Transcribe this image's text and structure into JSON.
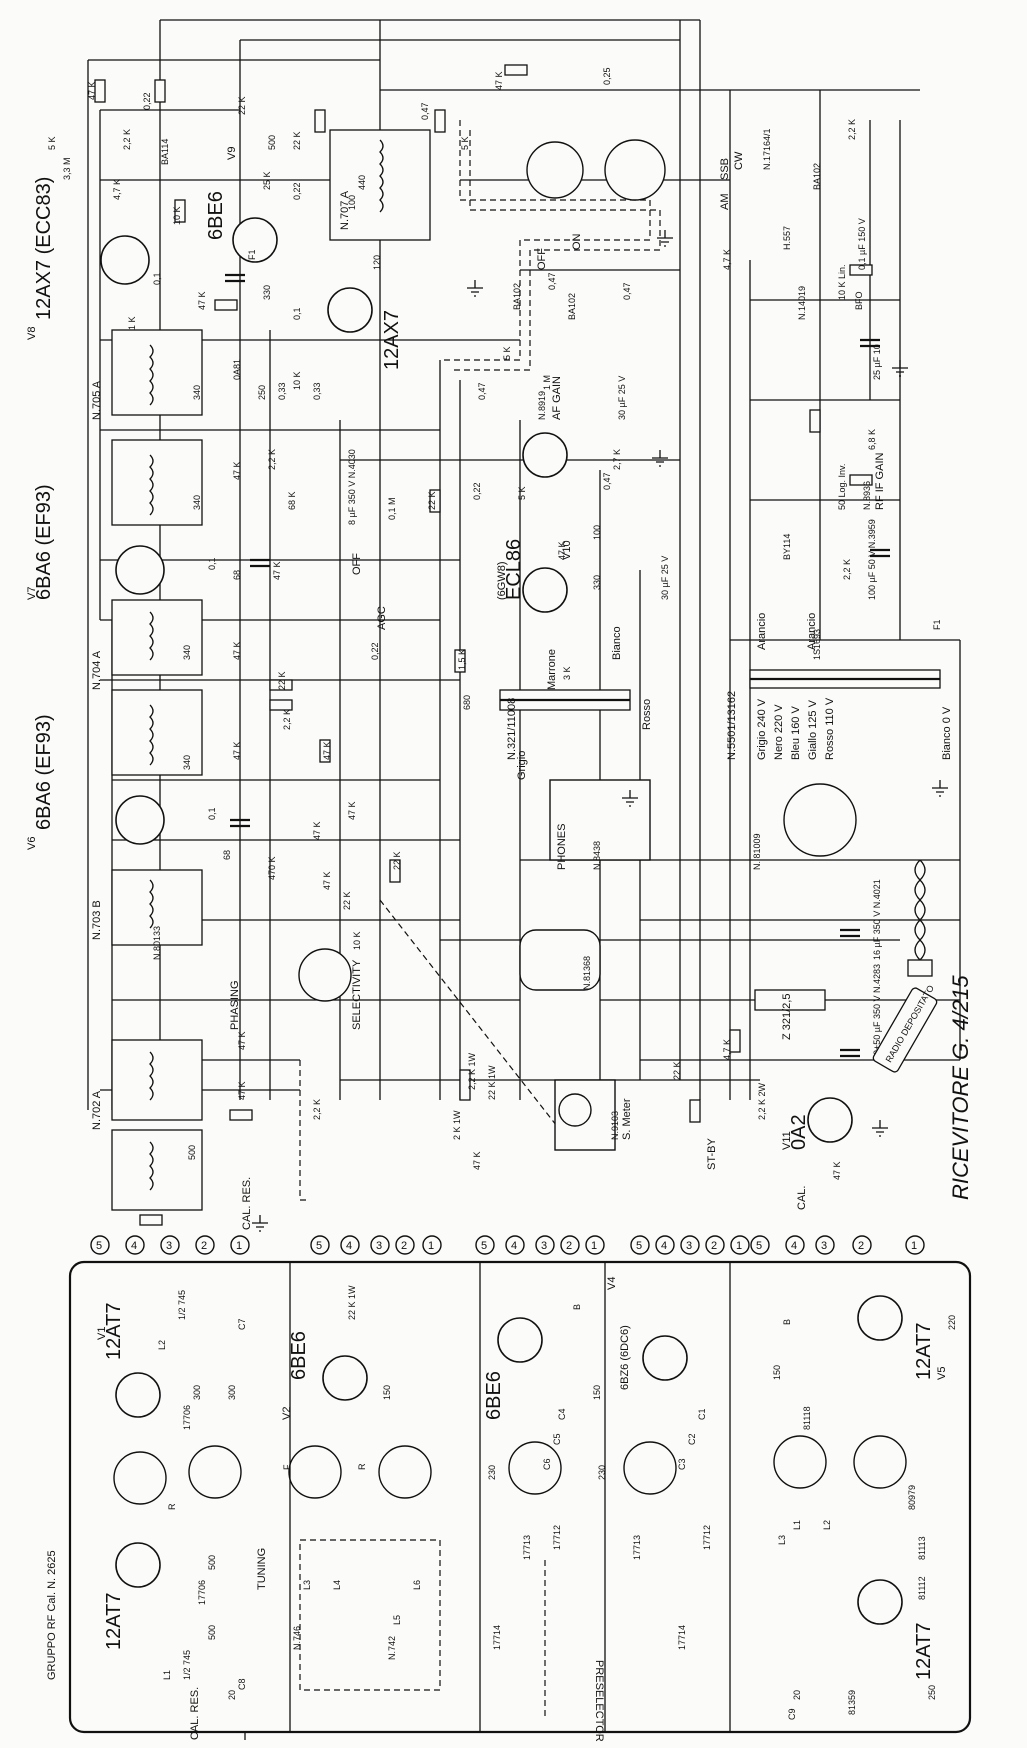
{
  "title": "RICEVITORE G. 4/215",
  "tubes": {
    "v8_type": "12AX7 (ECC83)",
    "v8_label": "V8",
    "v9_type": "6BE6",
    "v9_label": "V9",
    "v8b_type": "12AX7",
    "v7_type": "6BA6 (EF93)",
    "v7_label": "V7",
    "v6_type": "6BA6 (EF93)",
    "v6_label": "V6",
    "v10_type": "ECL86",
    "v10_alt": "(6GW8)",
    "v10_label": "V10",
    "v11_type": "0A2",
    "v11_label": "V11",
    "v1_type": "12AT7",
    "v1_label": "V1",
    "v1b_type": "12AT7",
    "v2_type": "6BE6",
    "v2_label": "V2",
    "v3_type": "6BE6",
    "v4_type": "6BZ6 (6DC6)",
    "v4_label": "V4",
    "v5_type": "12AT7",
    "v5_label": "V5",
    "v5b_type": "12AT7"
  },
  "transformers": {
    "n702": "N.702 A",
    "n703": "N.703 B",
    "n704": "N.704 A",
    "n705": "N.705 A",
    "n707": "N.707 A",
    "n80133": "N.80133",
    "power": "N.5501/13162",
    "output": "N.321/11008",
    "choke": "Z 321/2,5"
  },
  "controls": {
    "selectivity": "SELECTIVITY",
    "phasing": "PHASING",
    "agc": "AGC",
    "off": "OFF",
    "on": "ON",
    "af_gain": "AF GAIN",
    "af_gain_code": "N.8919",
    "rf_if_gain": "RF IF GAIN",
    "rf_if_code": "N.8936",
    "log_inv": "50 Log. Inv.",
    "lin": "10 K Lin.",
    "lin_code": "N.14019",
    "ssb": "SSB",
    "cw": "CW",
    "am": "AM",
    "sw_code": "N.17164/1",
    "smeter": "S. Meter",
    "smeter_code": "N.9103",
    "phones": "PHONES",
    "phones_code": "N.8438",
    "stby": "ST-BY",
    "cal": "CAL.",
    "cal_res": "CAL. RES.",
    "tuning": "TUNING",
    "preselector": "PRESELECTOR",
    "gruppo": "GRUPPO RF Cal. N. 2625",
    "socket_code": "N.81368",
    "plug_code": "N. 81009"
  },
  "power_labels": {
    "grigio": "Grigio 240 V",
    "nero": "Nero 220 V",
    "bleu": "Bleu 160 V",
    "giallo": "Giallo 125 V",
    "rosso": "Rosso 110 V",
    "bianco": "Bianco 0 V",
    "arancio1": "Arancio",
    "arancio2": "Arancio",
    "marrone": "Marrone",
    "bianco2": "Bianco",
    "rosso2": "Rosso",
    "grigio2": "Grigio",
    "bridge": "BY114",
    "diode": "1S1693"
  },
  "components": {
    "r47k": "47 K",
    "r22k": "22 K",
    "r10k": "10 K",
    "r2_2k": "2,2 K",
    "r1k": "1 K",
    "r68k": "68 K",
    "r68": "68",
    "r330": "330",
    "r680": "680",
    "r3k": "3 K",
    "r1_5k": "1,5 K",
    "r470k": "470 K",
    "r5k": "5 K",
    "r3_3m": "3,3 M",
    "r25k": "25 K",
    "r0_22": "0,22",
    "r0_47": "0,47",
    "r0_33": "0,33",
    "r0_1m": "0,1 M",
    "r1m": "1 M",
    "r2_7k": "2,7 K",
    "r4_7k": "4,7 K",
    "r6_8k": "6,8 K",
    "r2_2kw": "2,2 K 1W",
    "r22k1w": "22 K 1W",
    "r2k1w": "2 K 1W",
    "r22k2w": "2,2 K 2W",
    "c340": "340",
    "c500": "500",
    "c250": "250",
    "c120": "120",
    "c440": "440",
    "c100": "100",
    "c300": "300",
    "c230": "230",
    "c150": "150",
    "c220": "220",
    "c20": "20",
    "c0_1": "0,1",
    "c0_25": "0,25",
    "c30uf": "30 µF 25 V",
    "c30uf2": "30 µF 25 V",
    "c8uf": "8 µF 350 V N.4030",
    "c100pf": "100 µF 50 V N.3959",
    "c0_1pf": "0,1 µF 150 V",
    "c16uf": "16 µF 350 V N.4021",
    "c50uf": "50+50 µF 350 V N.4283",
    "c25uf": "25 µF 10",
    "oa81": "0A81",
    "ba102": "BA102",
    "ba114": "BA114",
    "h557": "H.557",
    "bfo": "BFO",
    "coil17706": "17706",
    "coil745": "1/2 745",
    "coil17712": "17712",
    "coil17713": "17713",
    "coil17714": "17714",
    "coil81118": "81118",
    "coil80979": "80979",
    "coil81113": "81113",
    "coil81112": "81112",
    "coil81359": "81359",
    "n746": "N.746",
    "n742": "N.742",
    "f1": "F1",
    "b": "B",
    "r": "R",
    "f": "F",
    "l1": "L1",
    "l2": "L2",
    "l3": "L3",
    "l4": "L4",
    "l5": "L5",
    "l6": "L6",
    "c7": "C7",
    "c8": "C8",
    "c9": "C9",
    "c1": "C1",
    "c2": "C2",
    "c3": "C3",
    "c4": "C4",
    "c5": "C5",
    "c6": "C6"
  },
  "terminals": [
    "5",
    "4",
    "3",
    "2",
    "1"
  ],
  "stamp": "RADIO  DEPOSITATO"
}
